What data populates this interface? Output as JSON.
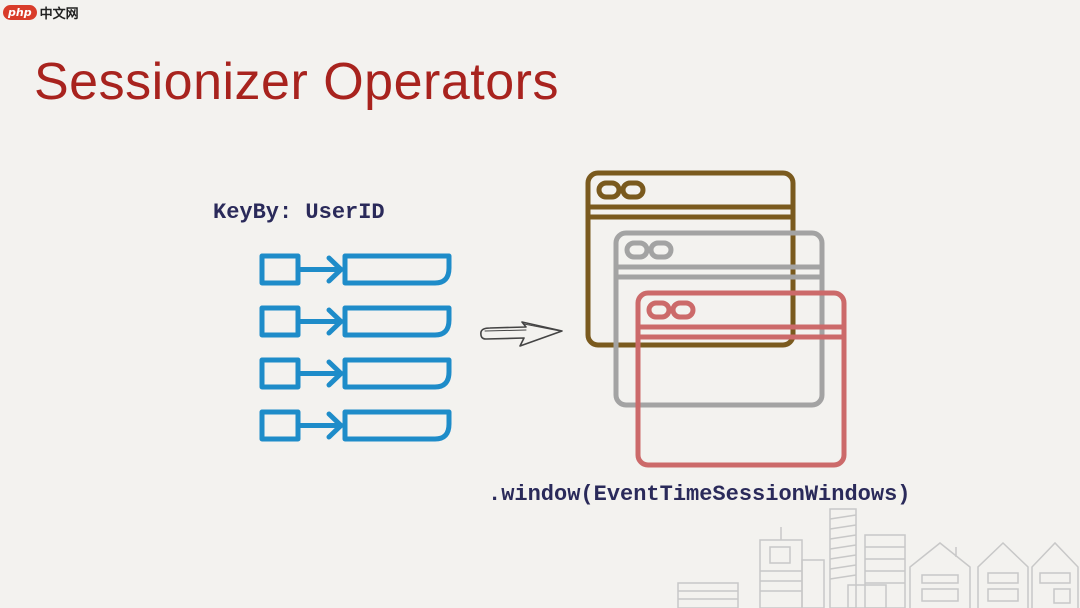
{
  "watermark": {
    "badge": "php",
    "text": "中文网"
  },
  "slide": {
    "title": "Sessionizer Operators",
    "keyby_label": "KeyBy: UserID",
    "window_label": ".window(EventTimeSessionWindows)"
  },
  "diagram": {
    "rows": 4,
    "row_color": "#1e8cc9",
    "arrow_icon": "hand-drawn-arrow-right",
    "windows": [
      {
        "name": "window-1",
        "color": "#7a5a1e"
      },
      {
        "name": "window-2",
        "color": "#a3a3a3"
      },
      {
        "name": "window-3",
        "color": "#cc6a6a"
      }
    ],
    "background_art": "city-skyline"
  },
  "colors": {
    "background": "#f3f2ef",
    "title": "#a8231e",
    "code": "#2a2a5a"
  }
}
